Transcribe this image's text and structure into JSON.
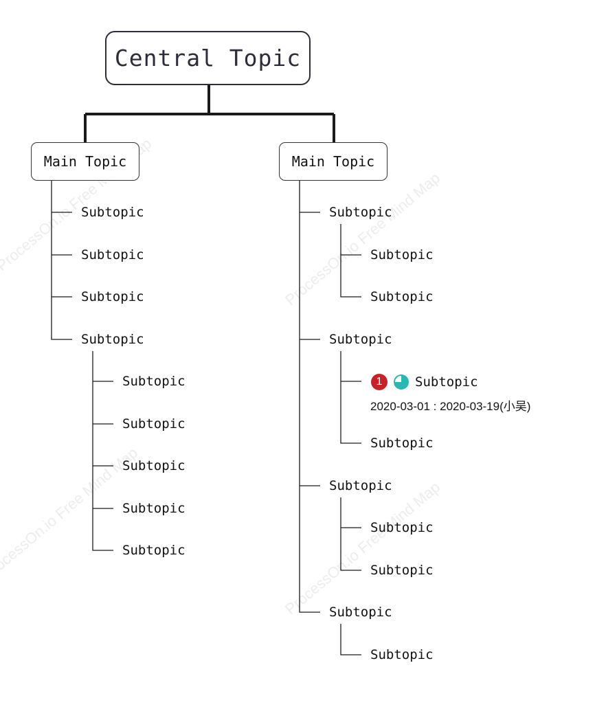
{
  "mindmap": {
    "central": "Central Topic",
    "watermark": "ProcessOn.io Free Mind Map",
    "left": {
      "title": "Main Topic",
      "subtopics": [
        "Subtopic",
        "Subtopic",
        "Subtopic",
        "Subtopic"
      ],
      "nested": [
        "Subtopic",
        "Subtopic",
        "Subtopic",
        "Subtopic",
        "Subtopic"
      ]
    },
    "right": {
      "title": "Main Topic",
      "groups": [
        {
          "label": "Subtopic",
          "children": [
            "Subtopic",
            "Subtopic"
          ]
        },
        {
          "label": "Subtopic",
          "task": {
            "priority": "1",
            "label": "Subtopic",
            "date": "2020-03-01 : 2020-03-19(小吴)"
          },
          "children": [
            "Subtopic"
          ]
        },
        {
          "label": "Subtopic",
          "children": [
            "Subtopic",
            "Subtopic"
          ]
        },
        {
          "label": "Subtopic",
          "children": [
            "Subtopic"
          ]
        }
      ]
    },
    "colors": {
      "line": "#1a1a1a",
      "priority": "#c82127",
      "progress": "#2ab7b2"
    }
  }
}
